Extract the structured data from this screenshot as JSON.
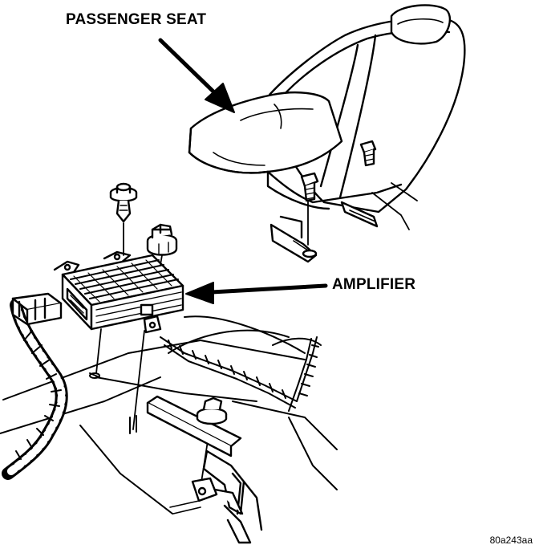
{
  "labels": {
    "passenger_seat": "PASSENGER SEAT",
    "amplifier": "AMPLIFIER"
  },
  "figure_id": "80a243aa"
}
